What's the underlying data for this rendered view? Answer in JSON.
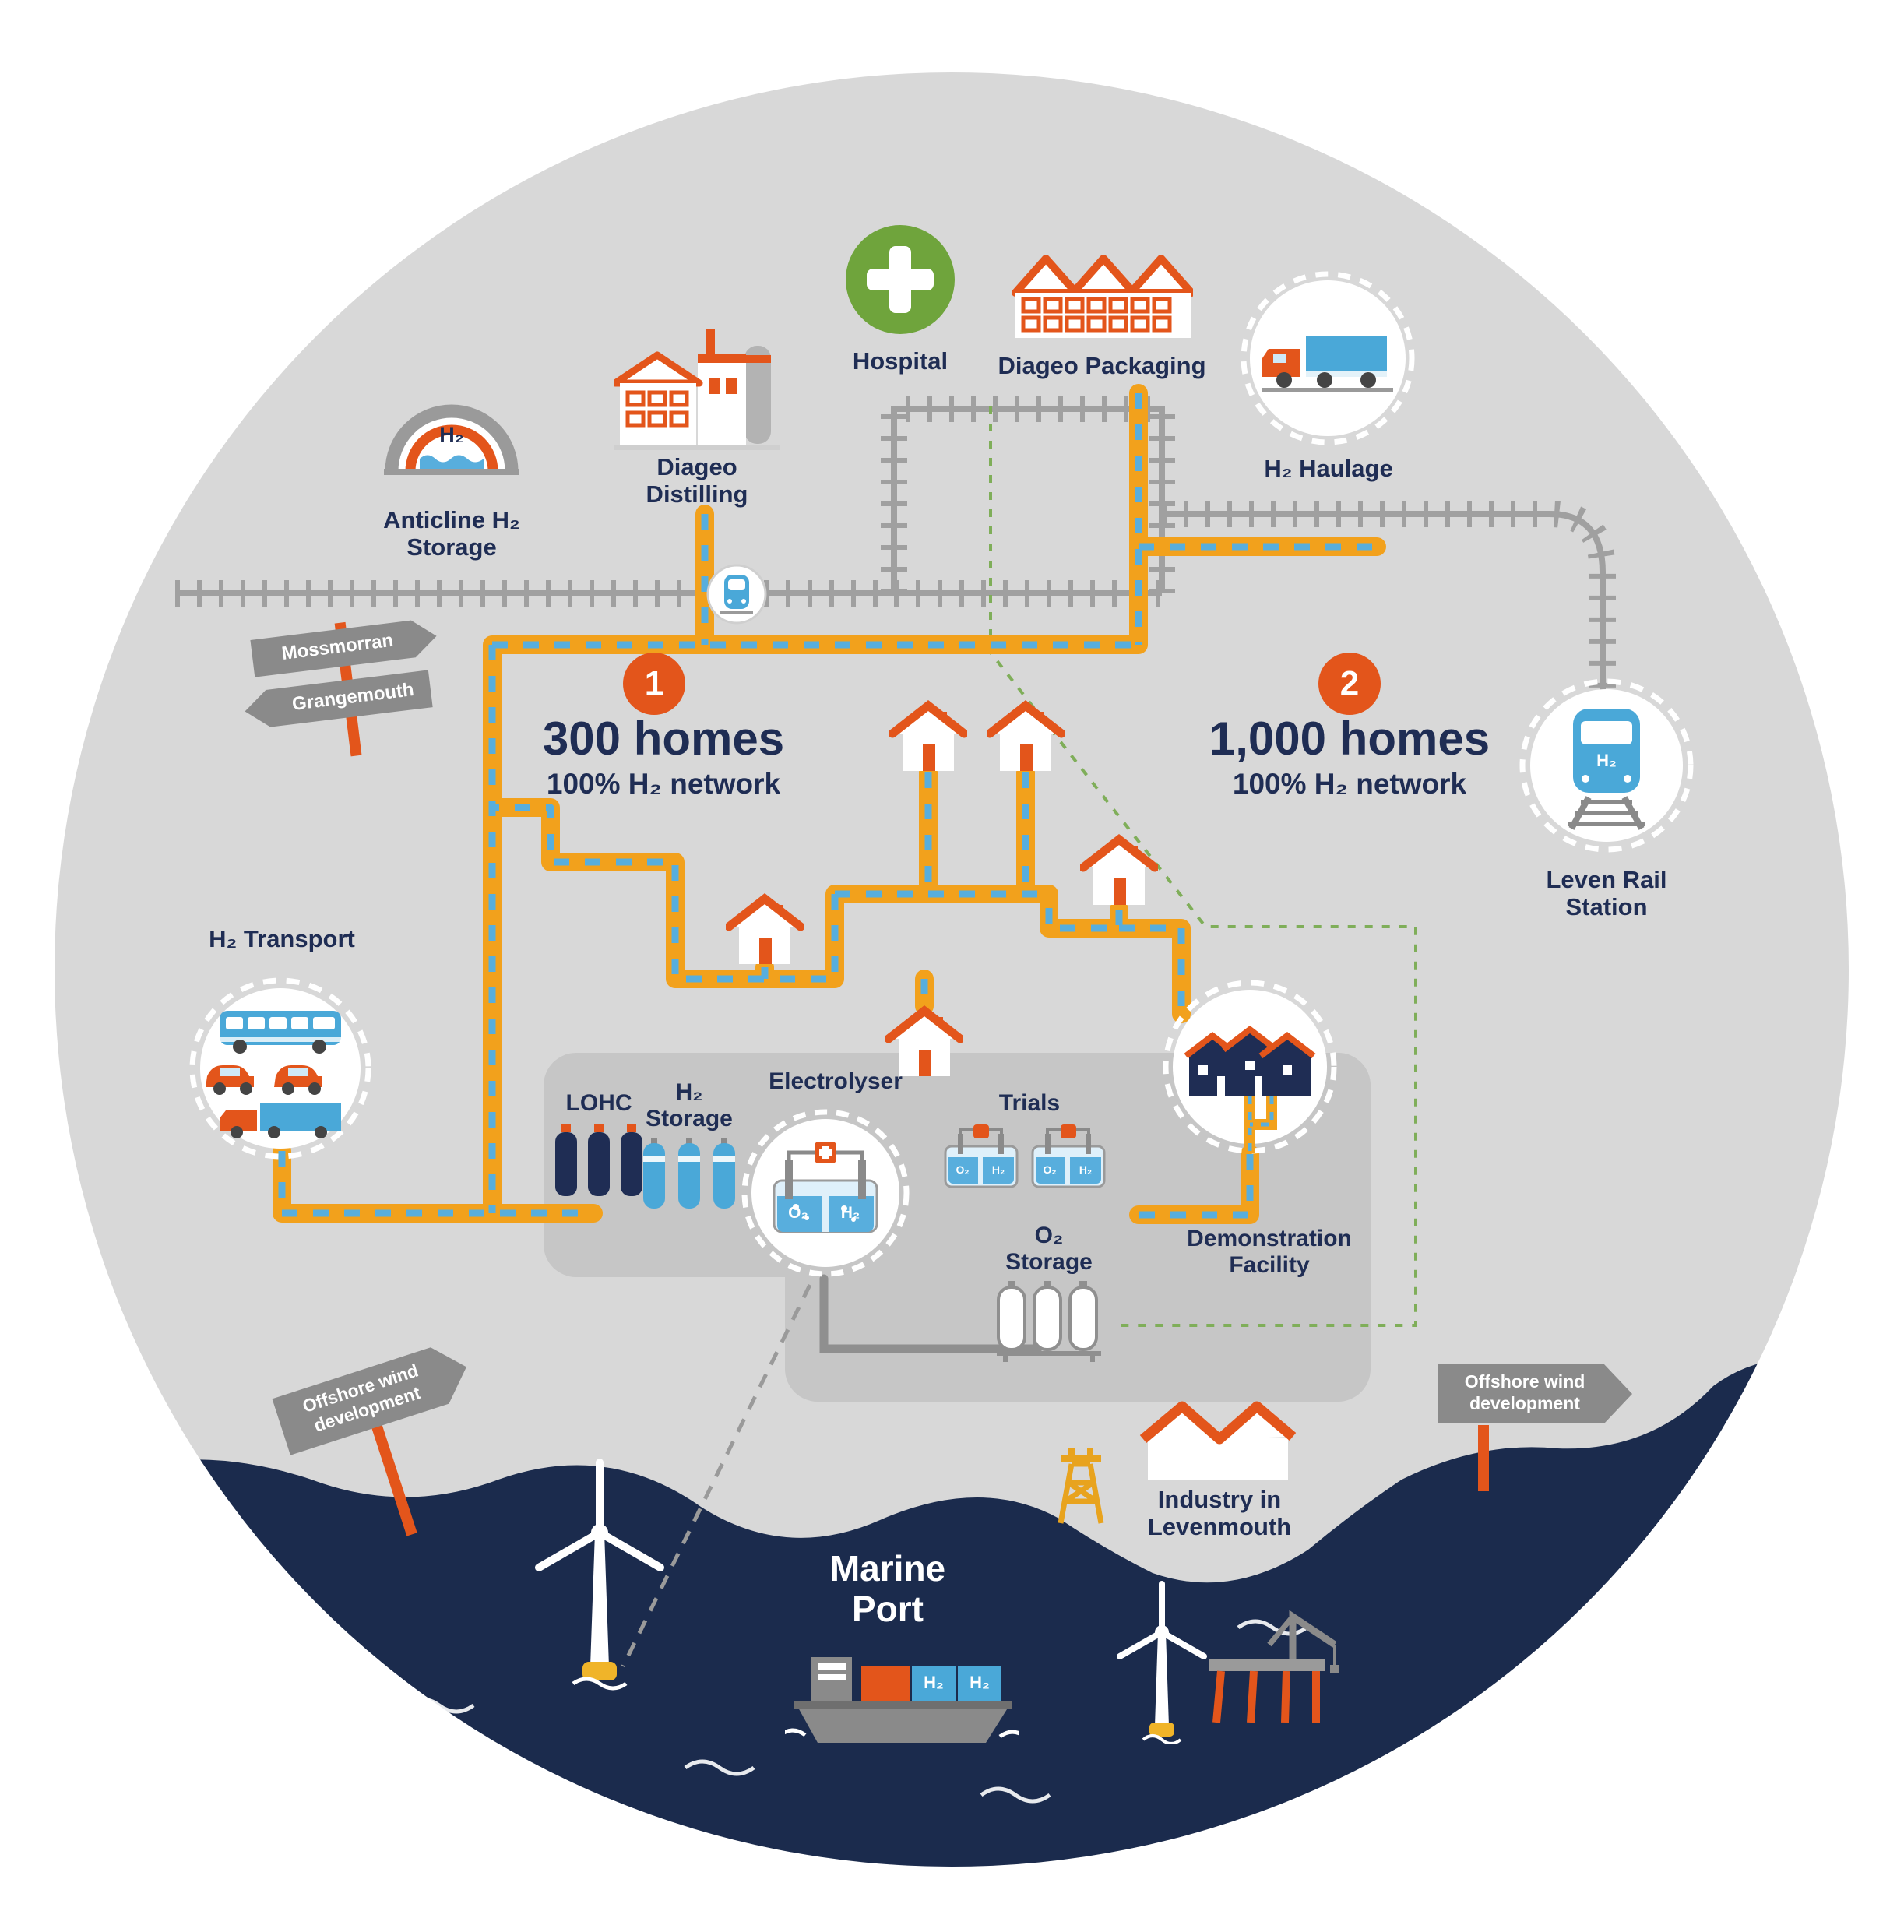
{
  "colors": {
    "background_circle": "#d8d8d8",
    "sea": "#1b2b4d",
    "pipe_orange": "#f2a11c",
    "pipe_blue_dash": "#58aedd",
    "accent_orange": "#e3551b",
    "navy_text": "#1f2d54",
    "hospital_green": "#6fa43c",
    "rail_gray": "#a0a0a0",
    "panel_gray": "#c6c6c6",
    "sign_gray": "#8a8a8a"
  },
  "icons": {
    "hospital": "plus-cross",
    "anticline": "underground-storage-dome",
    "h2_haulage": "truck",
    "leven_rail": "train-front",
    "rail_crossing": "train-in-circle",
    "h2_transport": "bus-cars-truck",
    "electrolyser": "electrolysis-tank",
    "demo_facility": "terraced-houses",
    "marine": "container-ship",
    "offshore": "wind-turbine",
    "platform": "crane-platform",
    "substation": "pylon"
  },
  "nodes": {
    "anticline": {
      "icon_text": "H₂",
      "label1": "Anticline H₂",
      "label2": "Storage"
    },
    "diageo_distilling": {
      "label1": "Diageo",
      "label2": "Distilling"
    },
    "hospital": {
      "label": "Hospital"
    },
    "diageo_packaging": {
      "label": "Diageo Packaging"
    },
    "h2_haulage": {
      "label": "H₂ Haulage"
    },
    "signpost": {
      "mossmorran": "Mossmorran",
      "grangemouth": "Grangemouth"
    },
    "zone1": {
      "badge": "1",
      "title": "300 homes",
      "subtitle": "100% H₂ network"
    },
    "zone2": {
      "badge": "2",
      "title": "1,000 homes",
      "subtitle": "100% H₂ network"
    },
    "leven_rail": {
      "label1": "Leven Rail",
      "label2": "Station",
      "train_text": "H₂"
    },
    "h2_transport": {
      "label": "H₂ Transport"
    },
    "offshore_sign_left": {
      "line1": "Offshore wind",
      "line2": "development"
    },
    "offshore_sign_right": {
      "line1": "Offshore wind",
      "line2": "development"
    },
    "marine_port": {
      "line1": "Marine",
      "line2": "Port"
    },
    "industry": {
      "line1": "Industry in",
      "line2": "Levenmouth"
    }
  },
  "facility": {
    "lohc_label": "LOHC",
    "h2_storage_label1": "H₂",
    "h2_storage_label2": "Storage",
    "electrolyser_label": "Electrolyser",
    "electrolyser_o2": "O₂",
    "electrolyser_h2": "H₂",
    "trials_label": "Trials",
    "trials_o2": "O₂",
    "trials_h2": "H₂",
    "o2_storage_label1": "O₂",
    "o2_storage_label2": "Storage",
    "demo_label1": "Demonstration",
    "demo_label2": "Facility"
  },
  "ship": {
    "container_a": "H₂",
    "container_b": "H₂"
  }
}
